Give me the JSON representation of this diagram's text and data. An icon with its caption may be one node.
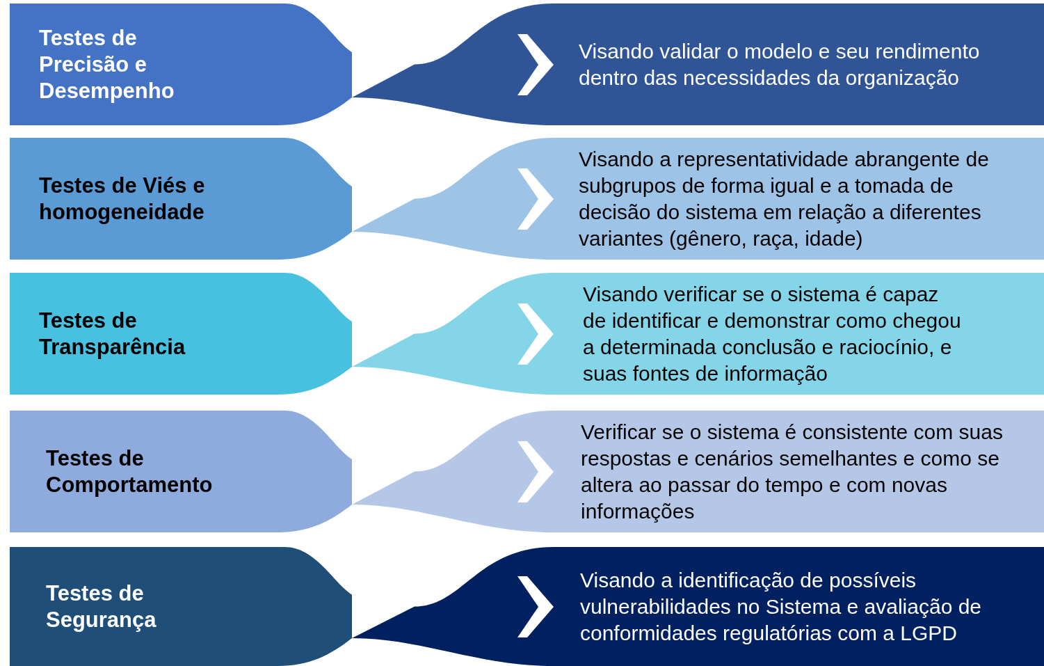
{
  "diagram": {
    "nodes": [
      {
        "text": [
          "Testes de Precisão e Desempenho"
        ]
      },
      {
        "text": [
          "Visando validar o modelo e seu rendimento dentro das necessidades da organização"
        ]
      },
      {
        "text": [
          "Testes de Viés e homogeneidade"
        ]
      },
      {
        "text": [
          "Visando a representatividade abrangente de subgrupos de forma igual e a tomada de decisão do sistema em relação a diferentes variantes (gênero, raça, idade)"
        ]
      },
      {
        "text": [
          "Testes de Transparência"
        ]
      },
      {
        "text": [
          "Visando verificar se o sistema é capaz de identificar e demonstrar como chegou a determinada conclusão e raciocínio, e suas fontes de informação"
        ]
      },
      {
        "text": [
          "Testes de Comportamento"
        ]
      },
      {
        "text": [
          "Verificar se o sistema é consistente com suas respostas e cenários semelhantes e como se altera ao passar do tempo e com novas informações"
        ]
      },
      {
        "text": [
          "Testes de Segurança"
        ]
      },
      {
        "text": [
          "Visando a identificação de possíveis vulnerabilidades no Sistema e avaliação de conformidades regulatórias com a LGPD"
        ]
      }
    ]
  }
}
